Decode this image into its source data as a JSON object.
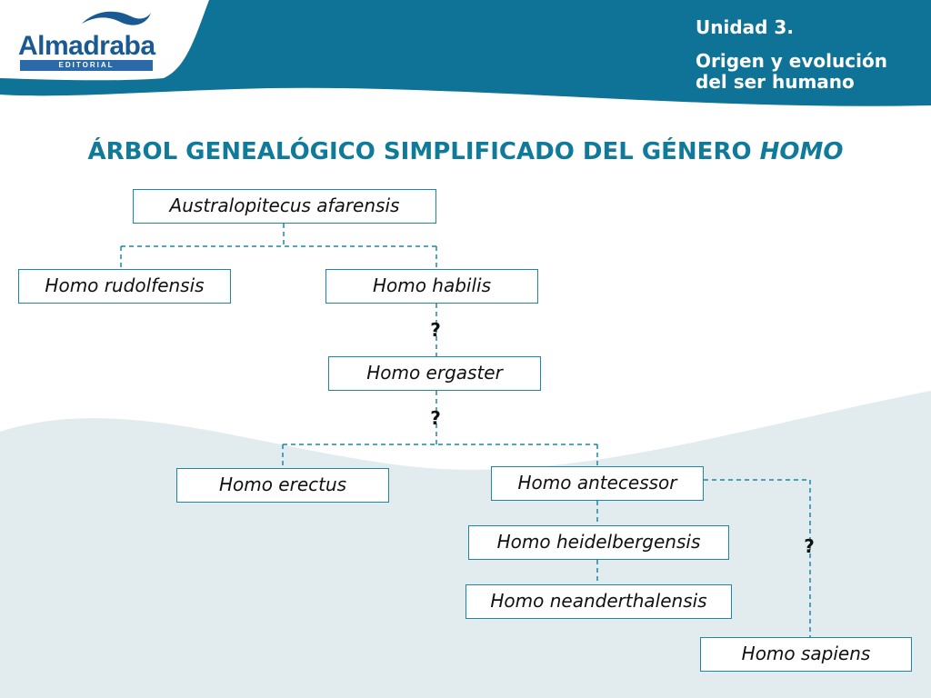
{
  "logo": {
    "name": "Almadraba",
    "sub": "EDITORIAL"
  },
  "header": {
    "unit": "Unidad 3.",
    "subtitle": "Origen y evolución del ser humano"
  },
  "title": {
    "main": "ÁRBOL GENEALÓGICO SIMPLIFICADO DEL GÉNERO",
    "emph": "HOMO"
  },
  "colors": {
    "header": "#0e7396",
    "accent": "#1c87a6",
    "wave": "#e2ebee"
  },
  "nodes": {
    "afarensis": "Australopitecus afarensis",
    "rudolfensis": "Homo rudolfensis",
    "habilis": "Homo habilis",
    "ergaster": "Homo ergaster",
    "erectus": "Homo erectus",
    "antecessor": "Homo antecessor",
    "heidelbergensis": "Homo heidelbergensis",
    "neanderthalensis": "Homo neanderthalensis",
    "sapiens": "Homo sapiens"
  },
  "uncertain": "?"
}
